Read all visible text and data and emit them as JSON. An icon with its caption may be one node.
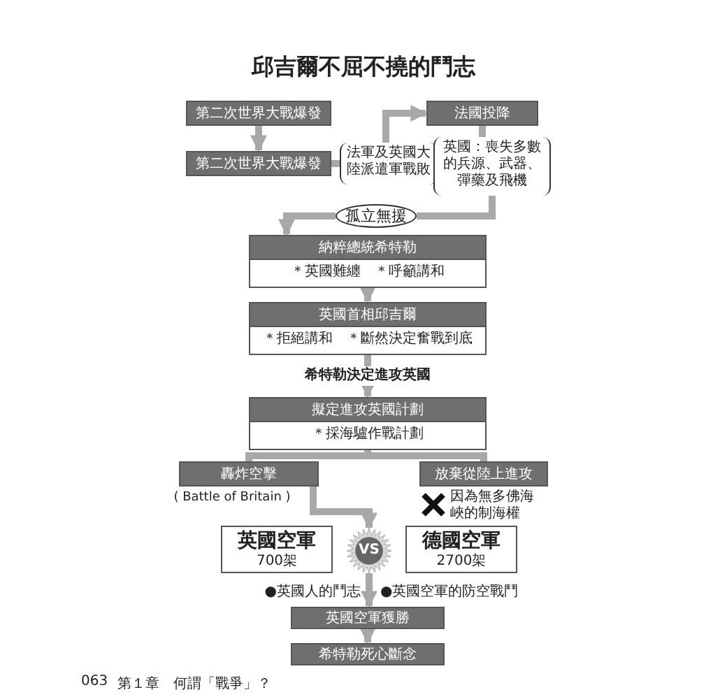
{
  "diagram": {
    "title": "邱吉爾不屈不撓的鬥志",
    "nodes": [
      {
        "text": [
          "第二次世界大戰爆發"
        ]
      },
      {
        "text": [
          "第二次世界大戰爆發"
        ]
      },
      {
        "text": [
          "法軍及英國大陸派遣軍戰敗"
        ]
      },
      {
        "text": [
          "法國投降"
        ]
      },
      {
        "text": [
          "英國：喪失多數的兵源、武器、彈藥及飛機"
        ]
      },
      {
        "text": [
          "孤立無援"
        ]
      },
      {
        "text": [
          "納粹總統希特勒",
          "＊英國難纏　＊呼籲講和"
        ]
      },
      {
        "text": [
          "英國首相邱吉爾",
          "＊拒絕講和　＊斷然決定奮戰到底"
        ]
      },
      {
        "text": [
          "擬定進攻英國計劃",
          "＊採海驢作戰計劃"
        ]
      },
      {
        "text": [
          "轟炸空擊"
        ],
        "beside": [
          "( Battle of Britain )"
        ]
      },
      {
        "text": [
          "放棄從陸上進攻"
        ],
        "beside": [
          "因為無多佛海峽的制海權"
        ]
      },
      {
        "text": [
          "英國空軍",
          "700架"
        ]
      },
      {
        "text": [
          "VS"
        ]
      },
      {
        "text": [
          "德國空軍",
          "2700架"
        ]
      },
      {
        "text": [
          "英國空軍獲勝"
        ]
      },
      {
        "text": [
          "希特勒死心斷念"
        ]
      }
    ],
    "edges": [
      {
        "from": 0,
        "to": 1,
        "arrow": "to"
      },
      {
        "from": 1,
        "to": 2,
        "arrow": "none"
      },
      {
        "from": 2,
        "to": 3,
        "arrow": "to"
      },
      {
        "from": 3,
        "to": 4,
        "arrow": "none"
      },
      {
        "from": 4,
        "to": 5,
        "arrow": "none"
      },
      {
        "from": 5,
        "to": 6,
        "arrow": "to"
      },
      {
        "from": 6,
        "to": 7,
        "arrow": "to"
      },
      {
        "from": 7,
        "to": 8,
        "arrow": "to",
        "label": "希特勒決定進攻英國"
      },
      {
        "from": 8,
        "to": 9,
        "arrow": "none"
      },
      {
        "from": 8,
        "to": 10,
        "arrow": "none"
      },
      {
        "from": 9,
        "to": 12,
        "arrow": "to"
      },
      {
        "from": 12,
        "to": 14,
        "arrow": "to"
      },
      {
        "from": 14,
        "to": 15,
        "arrow": "to"
      }
    ],
    "labels": [
      "●英國人的鬥志",
      "●英國空軍的防空戰鬥",
      "063",
      "第１章",
      "何謂「戰爭」？"
    ]
  }
}
